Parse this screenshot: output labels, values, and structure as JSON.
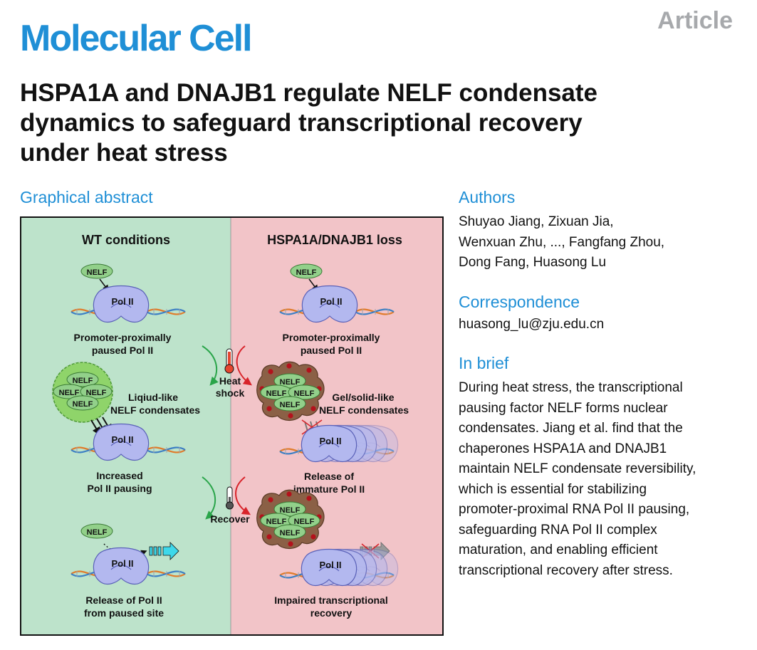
{
  "header": {
    "journal": "Molecular Cell",
    "article_type": "Article"
  },
  "paper": {
    "title_lines": [
      "HSPA1A and DNAJB1 regulate NELF condensate",
      "dynamics to safeguard transcriptional recovery",
      "under heat stress"
    ]
  },
  "graphical_abstract": {
    "heading": "Graphical abstract",
    "left_panel": {
      "title": "WT conditions",
      "nelf_tag_1": "NELF",
      "pol_1": "Pol II",
      "caption_1": [
        "Promoter-proximally",
        "paused Pol II"
      ],
      "condensate_labels": [
        "NELF",
        "NELF",
        "NELF",
        "NELF"
      ],
      "condensate_caption": [
        "Liqiud-like",
        "NELF condensates"
      ],
      "pol_2": "Pol II",
      "caption_2": [
        "Increased",
        "Pol II pausing"
      ],
      "nelf_tag_2": "NELF",
      "pol_3": "Pol II",
      "caption_3": [
        "Release of Pol II",
        "from paused site"
      ]
    },
    "middle": {
      "heat_label": [
        "Heat",
        "shock"
      ],
      "recover_label": "Recover"
    },
    "right_panel": {
      "title": "HSPA1A/DNAJB1 loss",
      "nelf_tag_1": "NELF",
      "pol_1": "Pol II",
      "caption_1": [
        "Promoter-proximally",
        "paused Pol II"
      ],
      "condensate_labels": [
        "NELF",
        "NELF",
        "NELF",
        "NELF"
      ],
      "condensate_caption": [
        "Gel/solid-like",
        "NELF condensates"
      ],
      "pol_2": "Pol II",
      "caption_2": [
        "Release of",
        "immature Pol II"
      ],
      "condensate2_labels": [
        "NELF",
        "NELF",
        "NELF",
        "NELF"
      ],
      "pol_3": "Pol II",
      "caption_3": [
        "Impaired transcriptional",
        "recovery"
      ]
    },
    "colors": {
      "wt_bg": "#bde3cb",
      "loss_bg": "#f2c4c8",
      "pol_fill": "#b3b8ef",
      "nelf_fill": "#92d08a",
      "condensate_brown": "#8b6046",
      "green_arrow": "#2aa54a",
      "red_arrow": "#d8242b",
      "cyan_arrow": "#3ed8ea"
    }
  },
  "authors": {
    "heading": "Authors",
    "lines": [
      "Shuyao Jiang, Zixuan Jia,",
      "Wenxuan Zhu, ..., Fangfang Zhou,",
      "Dong Fang, Huasong Lu"
    ]
  },
  "correspondence": {
    "heading": "Correspondence",
    "email": "huasong_lu@zju.edu.cn"
  },
  "in_brief": {
    "heading": "In brief",
    "lines": [
      "During heat stress, the transcriptional",
      "pausing factor NELF forms nuclear",
      "condensates. Jiang et al. find that the",
      "chaperones HSPA1A and DNAJB1",
      "maintain NELF condensate reversibility,",
      "which is essential for stabilizing",
      "promoter-proximal RNA Pol II pausing,",
      "safeguarding RNA Pol II complex",
      "maturation, and enabling efficient",
      "transcriptional recovery after stress."
    ]
  }
}
